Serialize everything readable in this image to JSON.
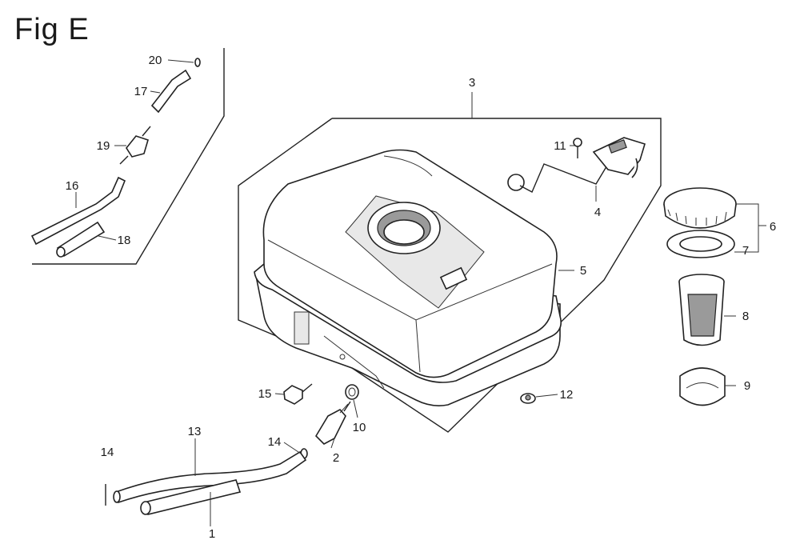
{
  "figure": {
    "title": "Fig E"
  },
  "callouts": [
    {
      "id": "c1",
      "label": "1"
    },
    {
      "id": "c2",
      "label": "2"
    },
    {
      "id": "c3",
      "label": "3"
    },
    {
      "id": "c4",
      "label": "4"
    },
    {
      "id": "c5",
      "label": "5"
    },
    {
      "id": "c6",
      "label": "6"
    },
    {
      "id": "c7",
      "label": "7"
    },
    {
      "id": "c8",
      "label": "8"
    },
    {
      "id": "c9",
      "label": "9"
    },
    {
      "id": "c10",
      "label": "10"
    },
    {
      "id": "c11",
      "label": "11"
    },
    {
      "id": "c12",
      "label": "12"
    },
    {
      "id": "c13",
      "label": "13"
    },
    {
      "id": "c14a",
      "label": "14"
    },
    {
      "id": "c14b",
      "label": "14"
    },
    {
      "id": "c15",
      "label": "15"
    },
    {
      "id": "c16",
      "label": "16"
    },
    {
      "id": "c17",
      "label": "17"
    },
    {
      "id": "c18",
      "label": "18"
    },
    {
      "id": "c19",
      "label": "19"
    },
    {
      "id": "c20",
      "label": "20"
    }
  ]
}
